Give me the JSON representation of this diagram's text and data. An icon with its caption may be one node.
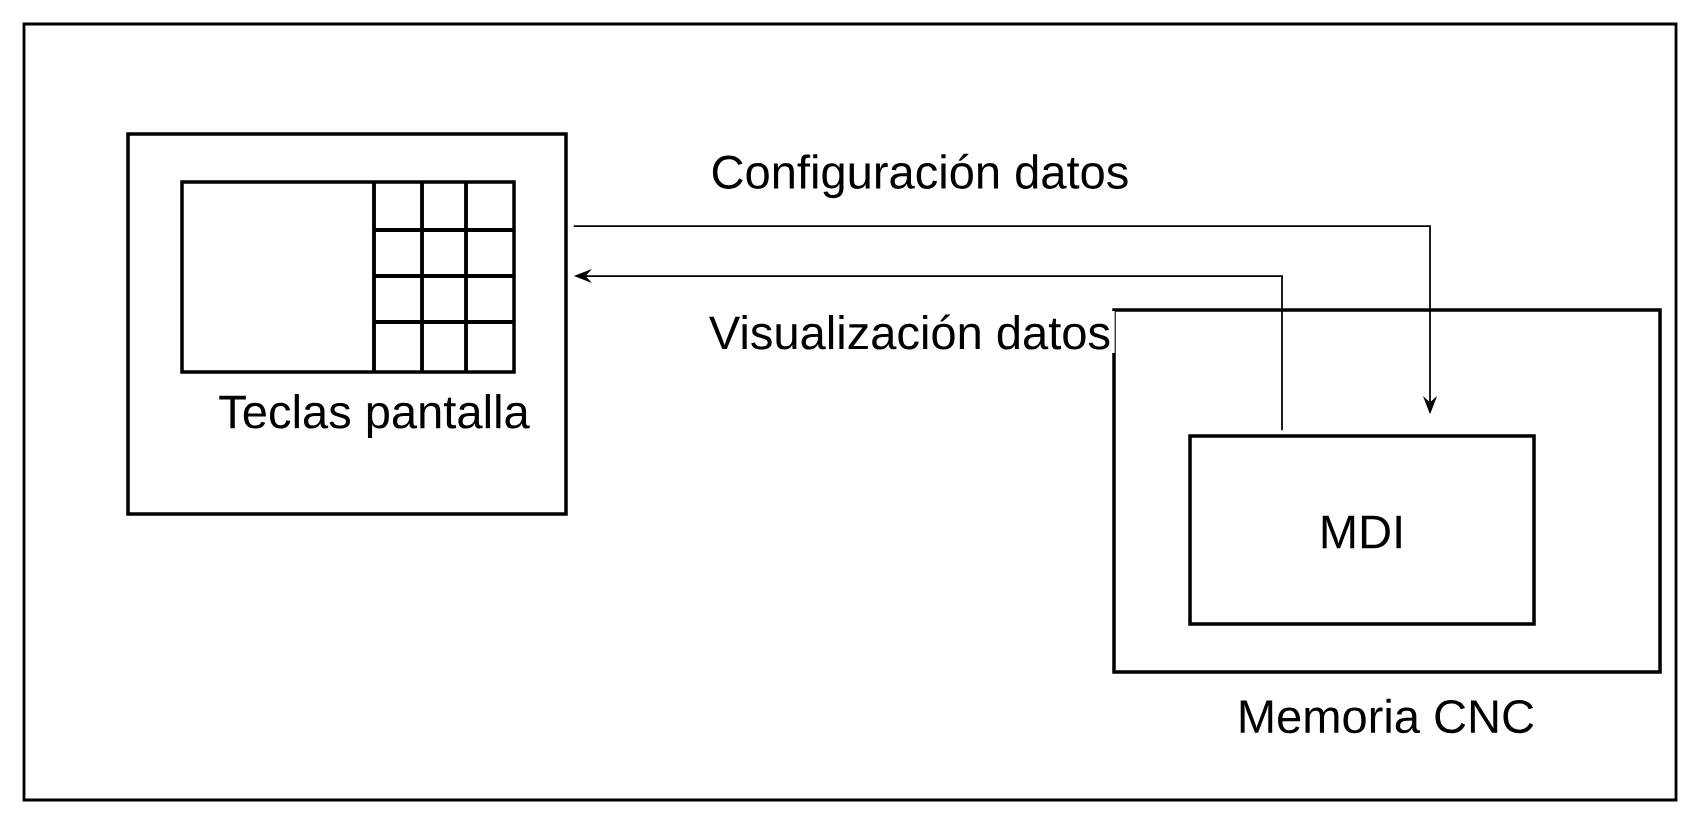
{
  "diagram": {
    "nodes": [
      {
        "text": [
          "Teclas pantalla"
        ]
      },
      {
        "text": [
          "Memoria CNC"
        ]
      },
      {
        "text": [
          "MDI"
        ],
        "in": 1
      }
    ],
    "edges": [
      {
        "from": 0,
        "to": 2,
        "arrow": "to",
        "label": "Configuración datos"
      },
      {
        "from": 2,
        "to": 0,
        "arrow": "to",
        "label": "Visualización datos"
      }
    ]
  }
}
